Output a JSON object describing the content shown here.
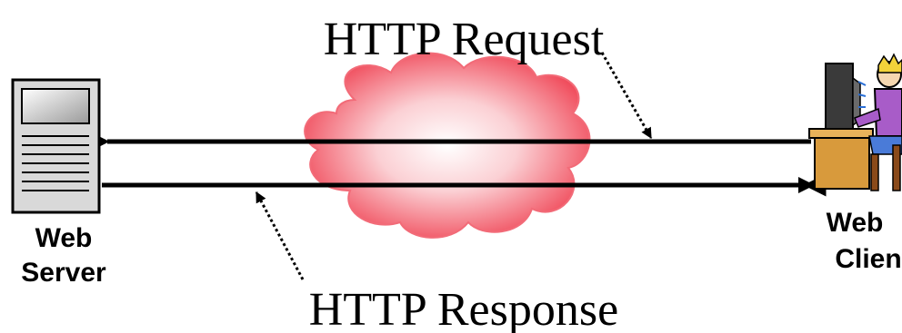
{
  "diagram": {
    "request_label": "HTTP Request",
    "response_label": "HTTP Response",
    "server": {
      "line1": "Web",
      "line2": "Server"
    },
    "client": {
      "line1": "Web",
      "line2": "Client"
    },
    "icons": {
      "server": "web-server-tower-icon",
      "client": "person-at-computer-icon",
      "network": "internet-cloud-icon"
    },
    "colors": {
      "cloud_core": "#ffffff",
      "cloud_edge": "#f04a5a",
      "arrow": "#000000"
    }
  }
}
